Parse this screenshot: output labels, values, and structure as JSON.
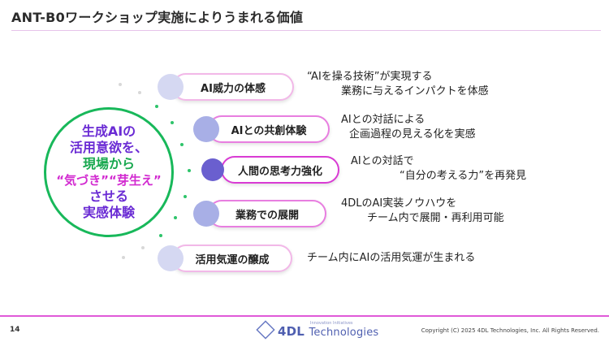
{
  "slide": {
    "title": "ANT-B0ワークショップ実施によりうまれる価値",
    "page_number": "14",
    "copyright": "Copyright (C) 2025 4DL Technologies, Inc. All Rights Reserved.",
    "logo": {
      "tagline": "Innovation Initiatives",
      "main": "4DL",
      "sub": "Technologies"
    }
  },
  "center": {
    "line1": "生成AIの",
    "line2": "活用意欲を、",
    "line3": "現場から",
    "line4": "“気づき”“芽生え”",
    "line5": "させる",
    "line6": "実感体験"
  },
  "items": [
    {
      "label": "AI威力の体感",
      "desc1": "“AIを操る技術”が実現する",
      "desc2": "業務に与えるインパクトを体感",
      "border_color": "#f2b8e8",
      "bubble_color": "#d5d8f2"
    },
    {
      "label": "AIとの共創体験",
      "desc1": "AIとの対話による",
      "desc2": "企画過程の見える化を実感",
      "border_color": "#e87ee0",
      "bubble_color": "#a8afe6"
    },
    {
      "label": "人間の思考力強化",
      "desc1": "AIとの対話で",
      "desc2": "“自分の考える力”を再発見",
      "border_color": "#d93bd4",
      "bubble_color": "#6a5fcf"
    },
    {
      "label": "業務での展開",
      "desc1": "4DLのAI実装ノウハウを",
      "desc2": "チーム内で展開・再利用可能",
      "border_color": "#e87ee0",
      "bubble_color": "#a8afe6"
    },
    {
      "label": "活用気運の醸成",
      "desc1": "チーム内にAIの活用気運が生まれる",
      "desc2": "",
      "border_color": "#f2b8e8",
      "bubble_color": "#d5d8f2"
    }
  ]
}
